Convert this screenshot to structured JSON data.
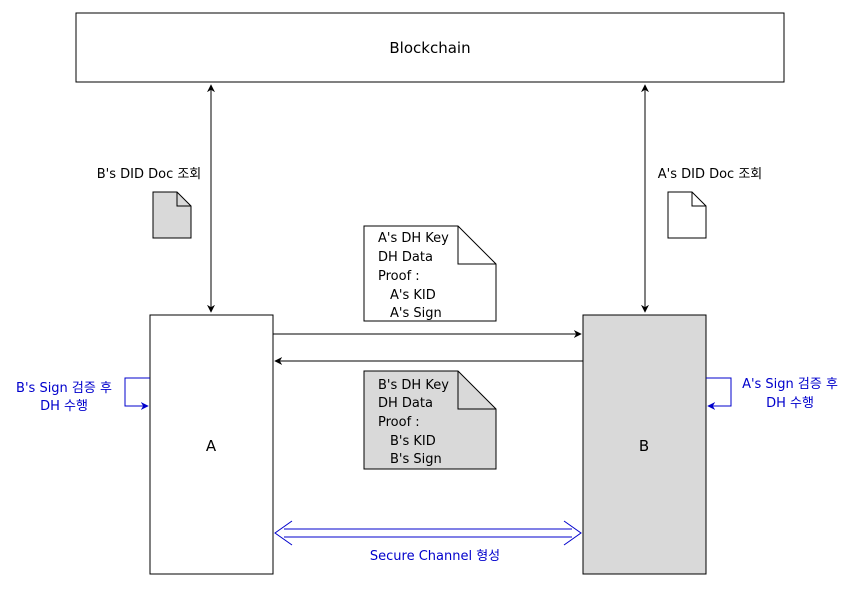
{
  "blockchain": {
    "label": "Blockchain"
  },
  "node_a": {
    "label": "A"
  },
  "node_b": {
    "label": "B"
  },
  "left_lookup": {
    "label": "B's DID Doc 조회"
  },
  "right_lookup": {
    "label": "A's DID Doc 조회"
  },
  "message_a_to_b": {
    "lines": [
      "A's DH Key",
      "DH Data",
      "Proof :",
      "A's KID",
      "A's Sign"
    ]
  },
  "message_b_to_a": {
    "lines": [
      "B's DH Key",
      "DH Data",
      "Proof :",
      "B's KID",
      "B's Sign"
    ]
  },
  "left_note": {
    "line1": "B's Sign 검증 후",
    "line2": "DH 수행"
  },
  "right_note": {
    "line1": "A's Sign 검증 후",
    "line2": "DH 수행"
  },
  "secure_channel": {
    "label": "Secure Channel 형성"
  },
  "colors": {
    "stroke": "#000000",
    "gray_fill": "#d9d9d9",
    "accent_blue": "#0000cc"
  }
}
